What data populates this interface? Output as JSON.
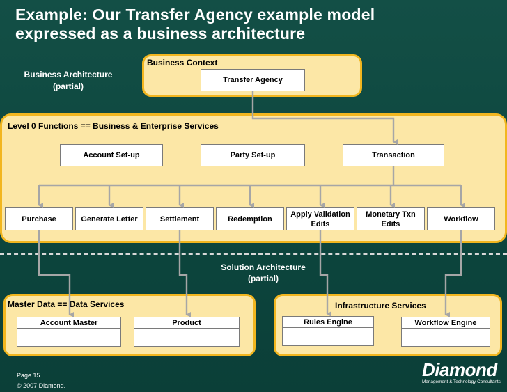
{
  "title": {
    "line1": "Example: Our Transfer Agency example model",
    "line2": "expressed as a business architecture"
  },
  "business_architecture": {
    "line1": "Business Architecture",
    "line2": "(partial)"
  },
  "business_context": {
    "title": "Business Context",
    "box": "Transfer Agency"
  },
  "level0": {
    "title": "Level 0 Functions == Business & Enterprise Services",
    "top_boxes": [
      "Account Set-up",
      "Party Set-up",
      "Transaction"
    ],
    "functions": [
      {
        "line1": "Purchase",
        "line2": ""
      },
      {
        "line1": "Generate Letter",
        "line2": ""
      },
      {
        "line1": "Settlement",
        "line2": ""
      },
      {
        "line1": "Redemption",
        "line2": ""
      },
      {
        "line1": "Apply Validation",
        "line2": "Edits"
      },
      {
        "line1": "Monetary Txn",
        "line2": "Edits"
      },
      {
        "line1": "Workflow",
        "line2": ""
      }
    ]
  },
  "solution_architecture": {
    "line1": "Solution Architecture",
    "line2": "(partial)"
  },
  "master_data": {
    "title": "Master Data == Data Services",
    "services": [
      "Account Master",
      "Product"
    ]
  },
  "infrastructure": {
    "title": "Infrastructure Services",
    "services": [
      "Rules Engine",
      "Workflow Engine"
    ]
  },
  "footer": {
    "page": "Page  15",
    "copyright": "© 2007 Diamond."
  },
  "logo": {
    "name": "Diamond",
    "tagline": "Management & Technology Consultants"
  },
  "colors": {
    "background": "#0e4a42",
    "panel_fill": "#fce7a6",
    "panel_border": "#f2b61f",
    "connector": "#a6a6a6"
  }
}
